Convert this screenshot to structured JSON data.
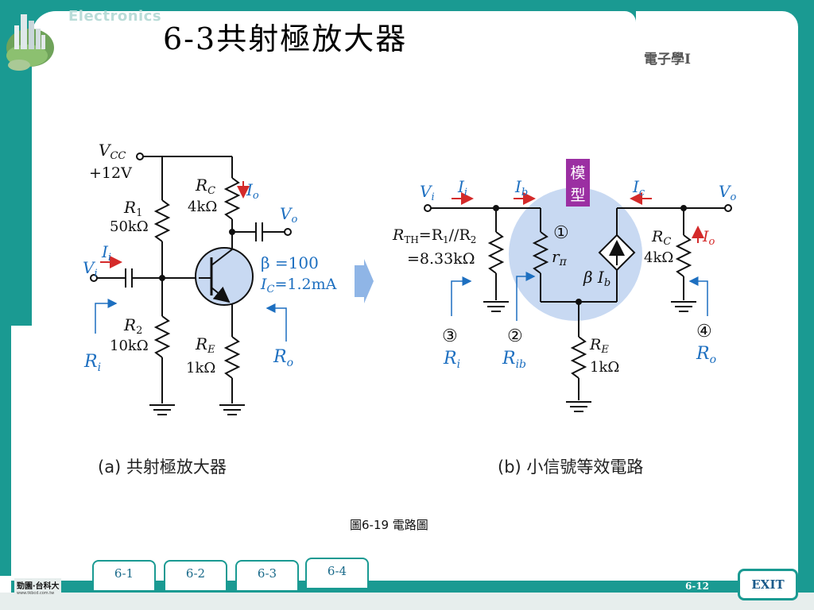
{
  "header": {
    "brand": "Electronics",
    "title": "6-3共射極放大器",
    "subject": "電子學I"
  },
  "figure_a": {
    "vcc_label": "V",
    "vcc_sub": "CC",
    "vcc_value": "+12V",
    "r1_label": "R",
    "r1_sub": "1",
    "r1_value": "50kΩ",
    "r2_label": "R",
    "r2_sub": "2",
    "r2_value": "10kΩ",
    "rc_label": "R",
    "rc_sub": "C",
    "rc_value": "4kΩ",
    "re_label": "R",
    "re_sub": "E",
    "re_value": "1kΩ",
    "io_label": "I",
    "io_sub": "o",
    "ii_label": "I",
    "ii_sub": "i",
    "vi_label": "V",
    "vi_sub": "i",
    "vo_label": "V",
    "vo_sub": "o",
    "beta": "β =100",
    "ic_label": "I",
    "ic_sub": "C",
    "ic_value": "=1.2mA",
    "ri_label": "R",
    "ri_sub": "i",
    "ro_label": "R",
    "ro_sub": "o",
    "caption": "(a) 共射極放大器"
  },
  "figure_b": {
    "model_label": "模型",
    "vi_label": "V",
    "vi_sub": "i",
    "ii_label": "I",
    "ii_sub": "i",
    "ib_label": "I",
    "ib_sub": "b",
    "ic_label": "I",
    "ic_sub": "c",
    "vo_label": "V",
    "vo_sub": "o",
    "rth_label": "R",
    "rth_sub": "TH",
    "rth_expr": "=R",
    "rth_expr_sub1": "1",
    "rth_expr_mid": "//R",
    "rth_expr_sub2": "2",
    "rth_value": "=8.33kΩ",
    "rpi_label": "r",
    "rpi_sub": "π",
    "source_label": "β I",
    "source_sub": "b",
    "rc_label": "R",
    "rc_sub": "C",
    "rc_value": "4kΩ",
    "io_label": "I",
    "io_sub": "o",
    "re_label": "R",
    "re_sub": "E",
    "re_value": "1kΩ",
    "marker_1": "①",
    "marker_2": "②",
    "marker_3": "③",
    "marker_4": "④",
    "ri_label": "R",
    "ri_sub": "i",
    "rib_label": "R",
    "rib_sub": "ib",
    "ro_label": "R",
    "ro_sub": "o",
    "caption": "(b) 小信號等效電路"
  },
  "figure_caption": "圖6-19 電路圖",
  "footer": {
    "logo": "勁園‧台科大",
    "logo_url_text": "www.tkbcd.com.tw",
    "tabs": [
      "6-1",
      "6-2",
      "6-3",
      "6-4"
    ],
    "page": "6-12",
    "exit": "EXIT"
  },
  "colors": {
    "frame": "#1a9a92",
    "label_blue": "#1d6fc0",
    "arrow_red": "#d42a2a",
    "model_bg": "#c8d9f2",
    "model_tag": "#9b2fa2"
  }
}
